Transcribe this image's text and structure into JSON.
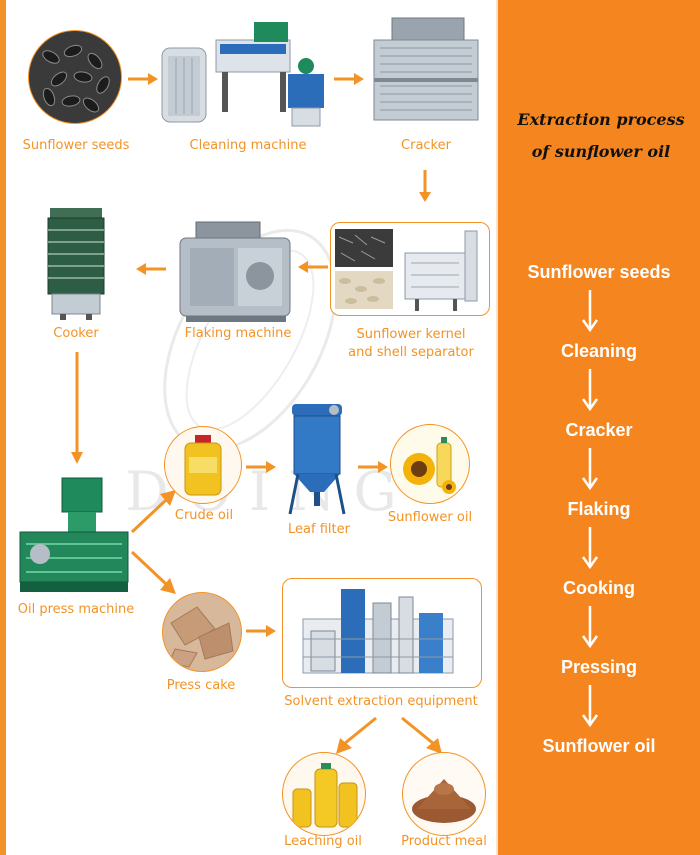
{
  "right_panel": {
    "title_line1": "Extraction process",
    "title_line2": "of sunflower oil",
    "steps": [
      "Sunflower seeds",
      "Cleaning",
      "Cracker",
      "Flaking",
      "Cooking",
      "Pressing",
      "Sunflower oil"
    ]
  },
  "diagram": {
    "labels": {
      "seeds": "Sunflower seeds",
      "cleaning": "Cleaning machine",
      "cracker": "Cracker",
      "separator_line1": "Sunflower kernel",
      "separator_line2": "and shell separator",
      "flaking": "Flaking machine",
      "cooker": "Cooker",
      "press": "Oil press machine",
      "crude_oil": "Crude oil",
      "leaf_filter": "Leaf filter",
      "sunflower_oil": "Sunflower oil",
      "press_cake": "Press cake",
      "solvent": "Solvent extraction equipment",
      "leaching_oil": "Leaching oil",
      "product_meal": "Product meal"
    },
    "watermark": "DOING"
  },
  "colors": {
    "accent": "#f39325",
    "panel": "#f5861f",
    "steel": "#8c9aa8",
    "green": "#1f8a5b",
    "blue": "#2b6db8"
  }
}
